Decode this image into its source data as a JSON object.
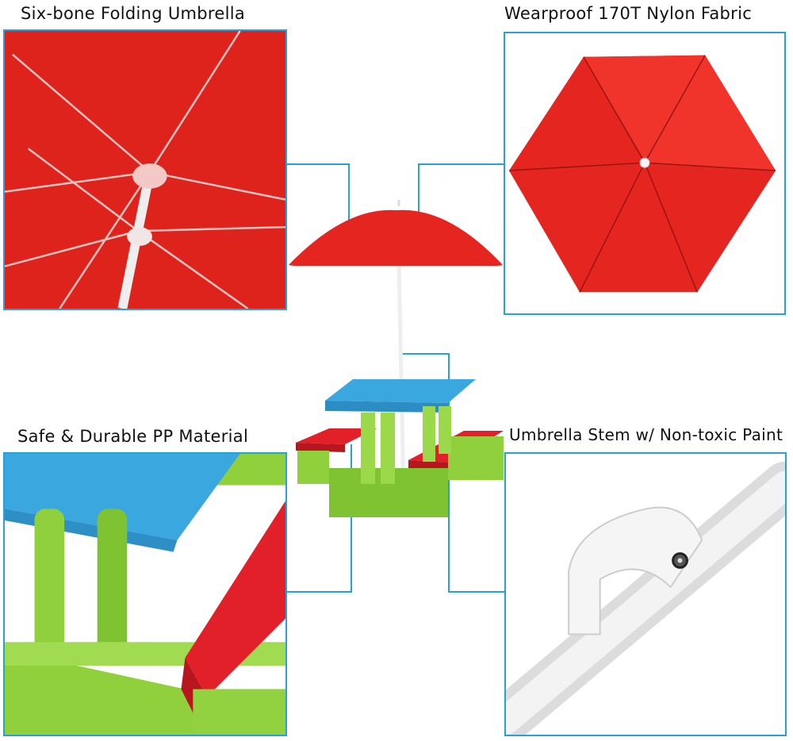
{
  "labels": {
    "top_left": "Six-bone Folding Umbrella",
    "top_right": "Wearproof 170T Nylon Fabric",
    "bottom_left": "Safe & Durable PP Material",
    "bottom_right": "Umbrella Stem w/ Non-toxic Paint"
  },
  "colors": {
    "accent_border": "#29a0d8",
    "umbrella_red": "#e5251f",
    "table_blue": "#3aa7df",
    "bench_red": "#e1202a",
    "frame_green": "#8fd03c",
    "stem_white": "#f2f2f2"
  }
}
